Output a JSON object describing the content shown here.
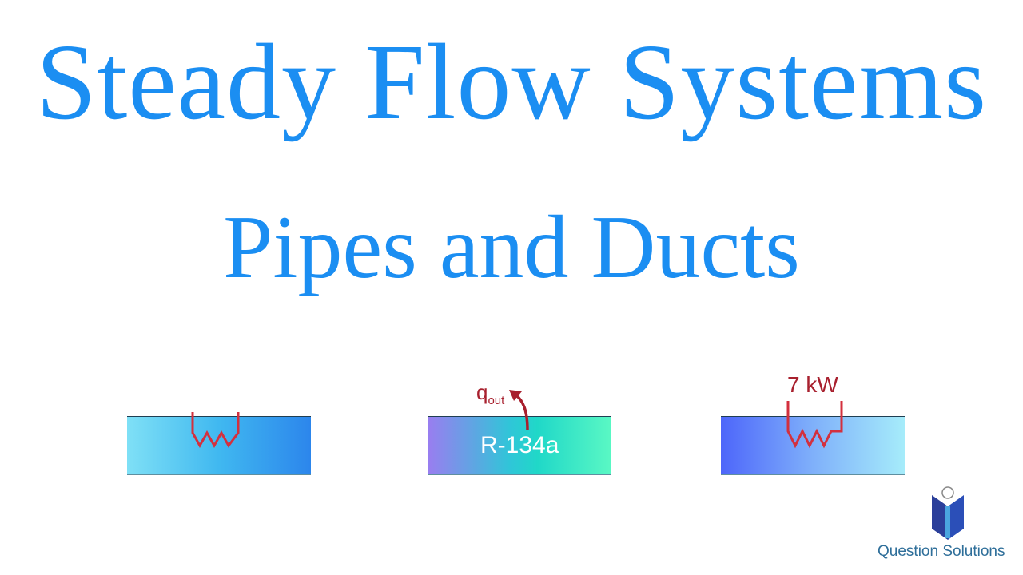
{
  "title": "Steady Flow Systems",
  "subtitle": "Pipes and Ducts",
  "diagrams": {
    "pipe2_fluid": "R-134a",
    "pipe2_heat_label": "q",
    "pipe2_heat_subscript": "out",
    "pipe3_power": "7 kW"
  },
  "logo": {
    "text": "Question Solutions"
  },
  "colors": {
    "title": "#1b8ef2",
    "annotation": "#a8202e"
  }
}
